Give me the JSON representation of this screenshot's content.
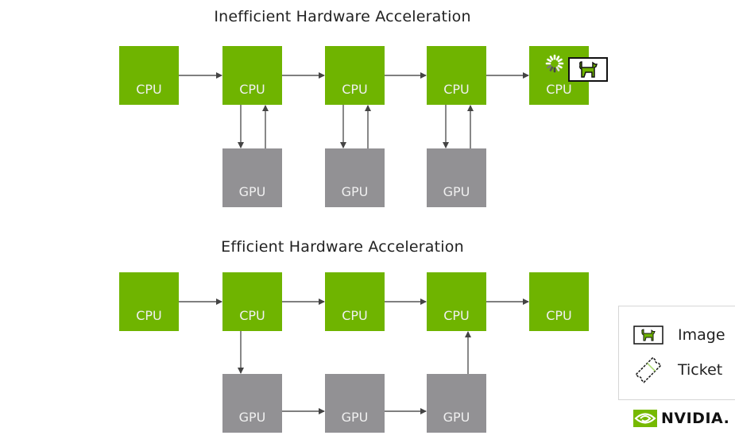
{
  "top_section": {
    "title": "Inefficient Hardware Acceleration",
    "cpu_row": [
      "CPU",
      "CPU",
      "CPU",
      "CPU",
      "CPU"
    ],
    "gpu_row": [
      "GPU",
      "GPU",
      "GPU"
    ]
  },
  "bottom_section": {
    "title": "Efficient Hardware Acceleration",
    "cpu_row": [
      "CPU",
      "CPU",
      "CPU",
      "CPU",
      "CPU"
    ],
    "gpu_row": [
      "GPU",
      "GPU",
      "GPU"
    ]
  },
  "legend": {
    "items": [
      {
        "icon": "image-icon",
        "label": "Image"
      },
      {
        "icon": "ticket-icon",
        "label": "Ticket"
      }
    ]
  },
  "brand": {
    "name": "NVIDIA",
    "logo_word": "NVIDIA."
  },
  "colors": {
    "cpu": "#6fb400",
    "gpu": "#929194",
    "arrow": "#444444"
  }
}
